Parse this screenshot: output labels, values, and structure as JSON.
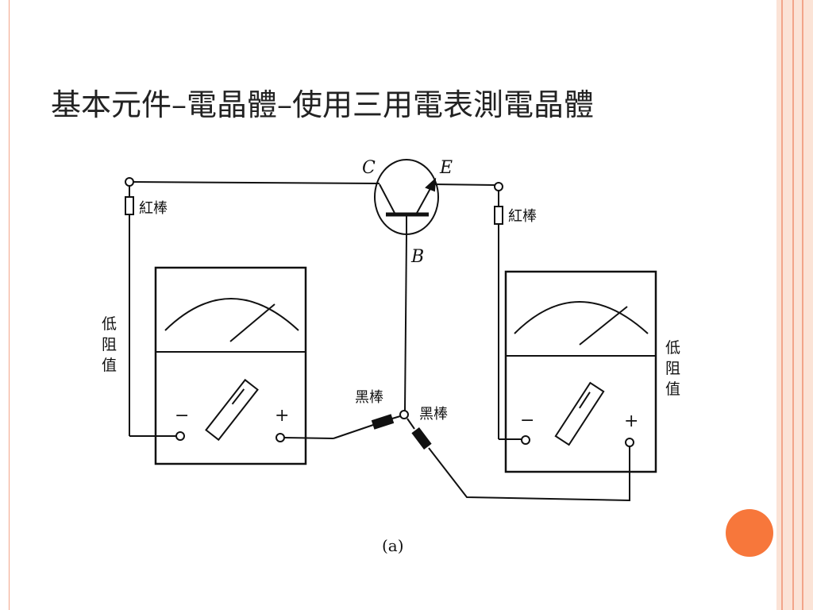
{
  "slide": {
    "title": "基本元件–電晶體–使用三用電表測電晶體"
  },
  "diagram": {
    "transistor": {
      "collector": "C",
      "emitter": "E",
      "base": "B"
    },
    "left_probe": "紅棒",
    "right_probe": "紅棒",
    "black_probe_left": "黑棒",
    "black_probe_right": "黑棒",
    "left_meter": {
      "range": [
        "低",
        "阻",
        "值"
      ],
      "minus": "−",
      "plus": "+"
    },
    "right_meter": {
      "range": [
        "低",
        "阻",
        "值"
      ],
      "minus": "−",
      "plus": "+"
    },
    "caption": "(a)"
  },
  "colors": {
    "accent": "#f7773b",
    "frame": "#f2a58a",
    "frame_fill": "#fbe3d6"
  }
}
